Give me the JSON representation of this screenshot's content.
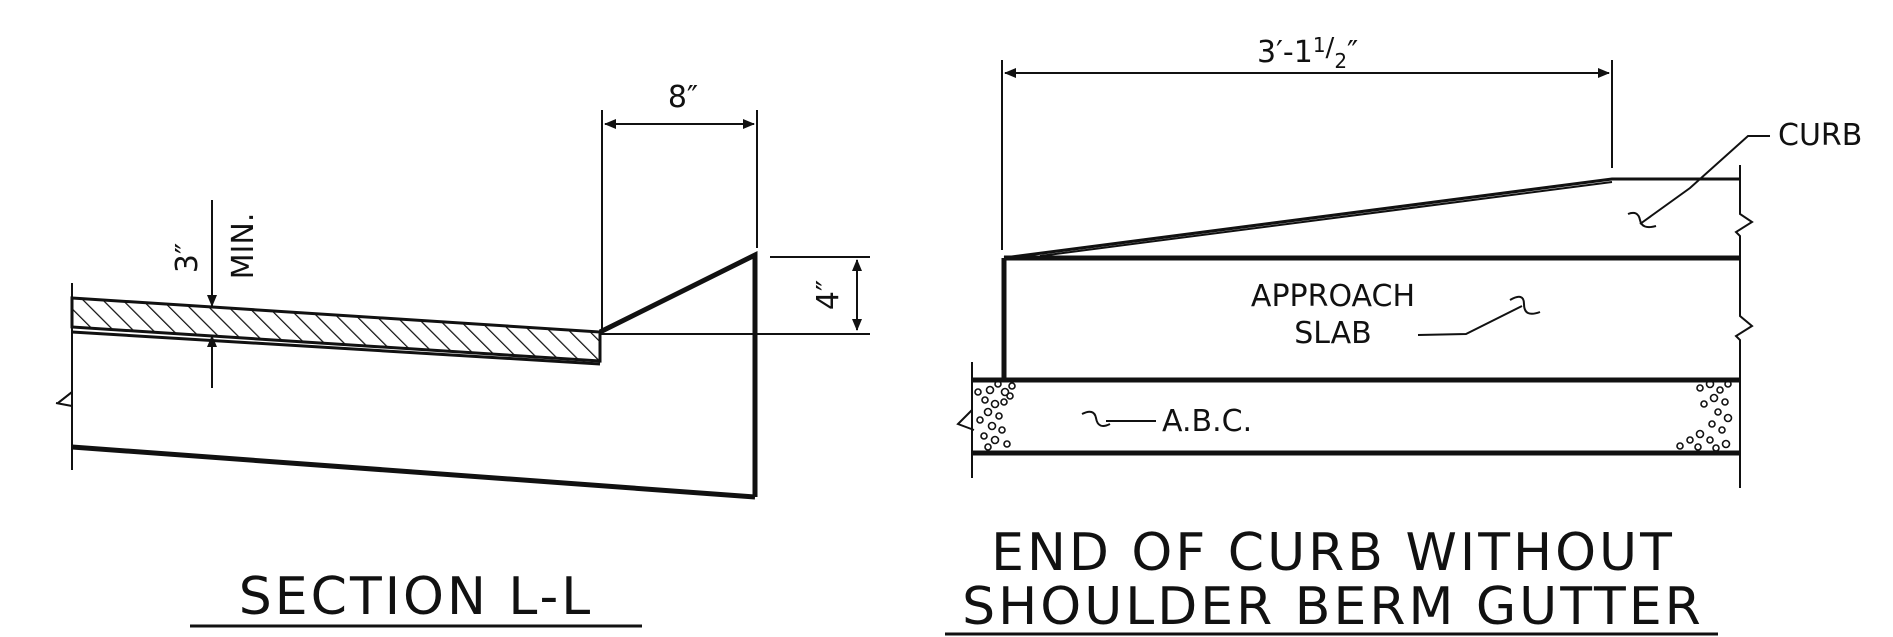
{
  "section_l": {
    "title": "SECTION L-L",
    "dim_width": "8″",
    "dim_height": "4″",
    "dim_thickness": "3″",
    "dim_thickness_note": "MIN."
  },
  "end_of_curb": {
    "title_line1": "END OF CURB WITHOUT",
    "title_line2": "SHOULDER BERM GUTTER",
    "dim_length_main": "3′-1",
    "dim_length_num": "1",
    "dim_length_den": "2",
    "dim_length_tail": "″",
    "label_curb": "CURB",
    "label_approach_1": "APPROACH",
    "label_approach_2": "SLAB",
    "label_abc": "A.B.C."
  },
  "colors": {
    "ink": "#111111",
    "background": "#ffffff"
  }
}
